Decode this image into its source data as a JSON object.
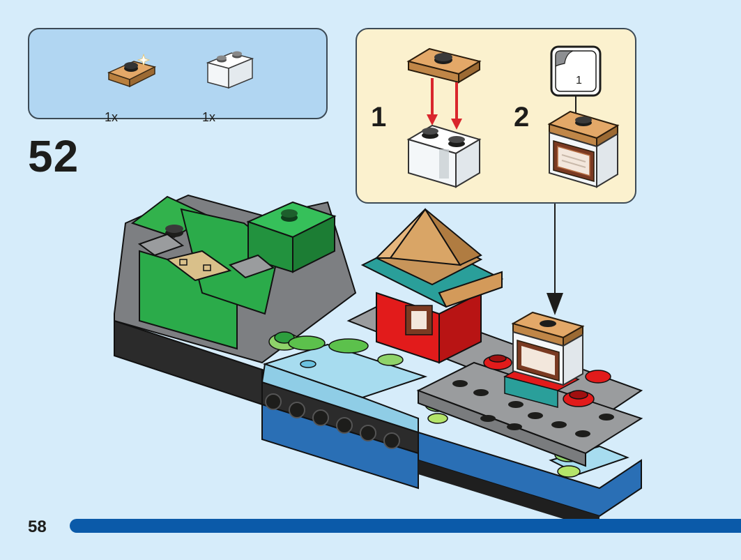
{
  "parts_list": {
    "items": [
      {
        "name": "tan-plate-1x2-with-stud",
        "quantity": "1x"
      },
      {
        "name": "clear-brick-1x2",
        "quantity": "1x"
      }
    ]
  },
  "step": {
    "number": "52"
  },
  "callout": {
    "sub_steps": [
      "1",
      "2"
    ],
    "sticker_number": "1"
  },
  "page": {
    "number": "58"
  },
  "colors": {
    "background": "#d6ecfa",
    "parts_box": "#b1d6f2",
    "callout_box": "#fbf1ce",
    "page_bar": "#0b5aa9",
    "tan": "#c8955a",
    "green": "#2bab4a",
    "red": "#e21b1b",
    "teal": "#2a9f9a",
    "gray": "#9a9c9e",
    "trans_blue": "#a7dcef"
  }
}
